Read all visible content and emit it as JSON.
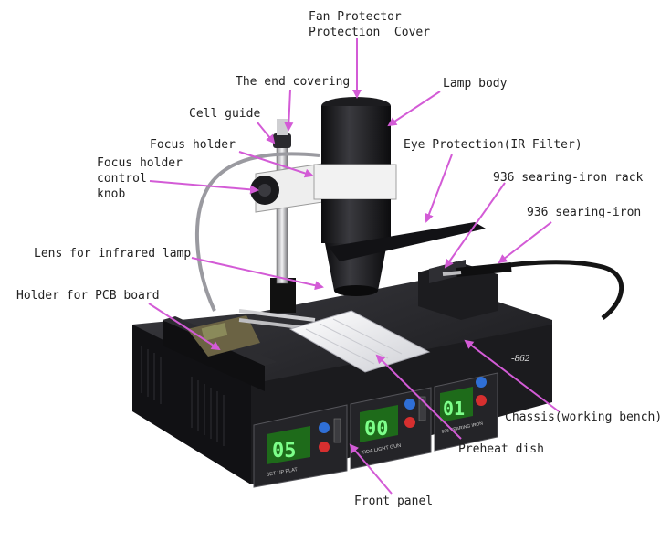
{
  "labels": {
    "fan_protector": "Fan Protector",
    "protection_cover": "Protection  Cover",
    "end_covering": "The end covering",
    "lamp_body": "Lamp body",
    "cell_guide": "Cell guide",
    "focus_holder": "Focus holder",
    "eye_protection": "Eye Protection(IR Filter)",
    "focus_knob_1": "Focus holder",
    "focus_knob_2": "control",
    "focus_knob_3": "knob",
    "iron_rack": "936 searing-iron rack",
    "searing_iron": "936 searing-iron",
    "lens": "Lens for infrared lamp",
    "pcb_holder": "Holder for PCB board",
    "chassis": "Chassis(working bench)",
    "preheat_dish": "Preheat dish",
    "front_panel": "Front panel"
  },
  "displays": {
    "left": "05",
    "middle": "00",
    "right": "01"
  },
  "panel_text": {
    "model": "-862",
    "left_caption": "SET  UP  PLAT",
    "middle_caption": "IRDA LIGHT GUN",
    "right_caption": "936 SEARING IRON"
  },
  "colors": {
    "arrow": "#d35bd6",
    "display_bg": "#1e6b1a",
    "display_digits": "#7dff8a",
    "chassis": "#1b1b1e"
  }
}
